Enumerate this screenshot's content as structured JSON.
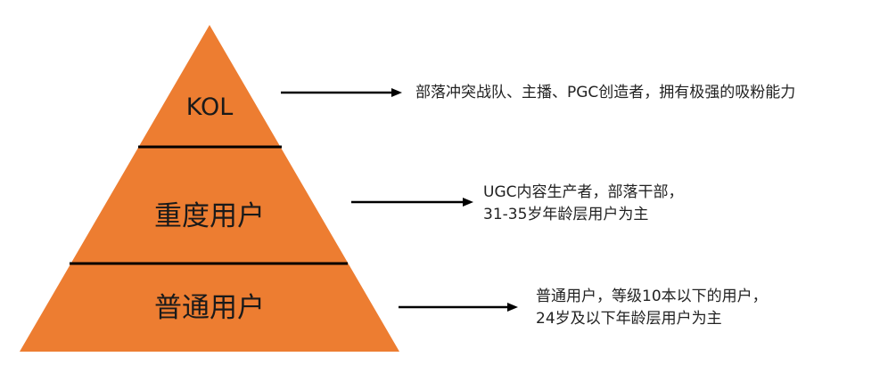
{
  "colors": {
    "pyramid_fill": "#ED7D31",
    "divider": "#000000",
    "arrow": "#000000",
    "text": "#1a1a1a"
  },
  "tiers": [
    {
      "label": "KOL",
      "description_lines": [
        "部落冲突战队、主播、PGC创造者，拥有极强的吸粉能力"
      ]
    },
    {
      "label": "重度用户",
      "description_lines": [
        "UGC内容生产者，部落干部，",
        "31-35岁年龄层用户为主"
      ]
    },
    {
      "label": "普通用户",
      "description_lines": [
        "普通用户，等级10本以下的用户，",
        "24岁及以下年龄层用户为主"
      ]
    }
  ]
}
